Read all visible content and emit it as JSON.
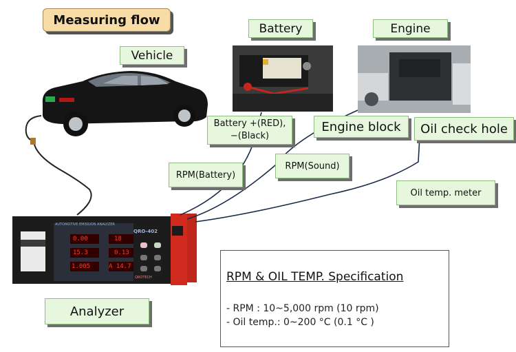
{
  "title": "Measuring flow",
  "labels": {
    "vehicle": "Vehicle",
    "battery": "Battery",
    "engine": "Engine",
    "battery_terminal_line1": "Battery +(RED),",
    "battery_terminal_line2": "−(Black)",
    "engine_block": "Engine block",
    "oil_check_hole": "Oil check hole",
    "rpm_battery": "RPM(Battery)",
    "rpm_sound": "RPM(Sound)",
    "oil_temp_meter": "Oil temp. meter",
    "analyzer": "Analyzer"
  },
  "analyzer_device": {
    "panel_title": "AUTOMOTIVE EMISSION ANALYZER",
    "model": "QRO-402",
    "brand": "QROTECH",
    "readouts": [
      "0.00",
      "18",
      "15.3",
      "0.13",
      "1.005",
      "A 14.7"
    ]
  },
  "spec": {
    "title": "RPM & OIL TEMP. Specification",
    "rpm": "- RPM : 10~5,000 rpm (10 rpm)",
    "oil_temp": "- Oil temp.: 0~200 °C (0.1 °C )"
  }
}
